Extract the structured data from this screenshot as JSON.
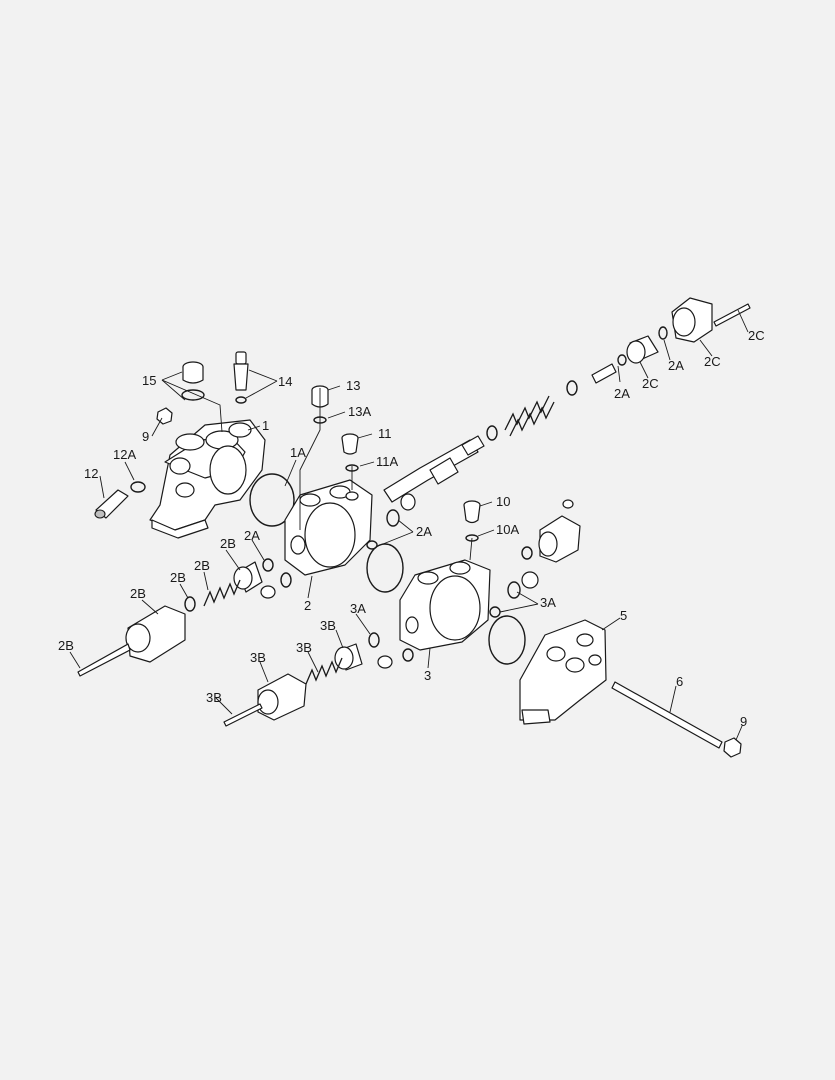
{
  "callouts": {
    "c1": "1",
    "c1A": "1A",
    "c2": "2",
    "c2A_a": "2A",
    "c2A_b": "2A",
    "c2A_c": "2A",
    "c2A_d": "2A",
    "c2B_a": "2B",
    "c2B_b": "2B",
    "c2B_c": "2B",
    "c2B_d": "2B",
    "c2C_a": "2C",
    "c2C_b": "2C",
    "c2C_c": "2C",
    "c3": "3",
    "c3A_a": "3A",
    "c3A_b": "3A",
    "c3B_a": "3B",
    "c3B_b": "3B",
    "c3B_c": "3B",
    "c5": "5",
    "c6": "6",
    "c9_a": "9",
    "c9_b": "9",
    "c10": "10",
    "c10A": "10A",
    "c11": "11",
    "c11A": "11A",
    "c12": "12",
    "c12A": "12A",
    "c13": "13",
    "c13A": "13A",
    "c14": "14",
    "c15": "15"
  }
}
